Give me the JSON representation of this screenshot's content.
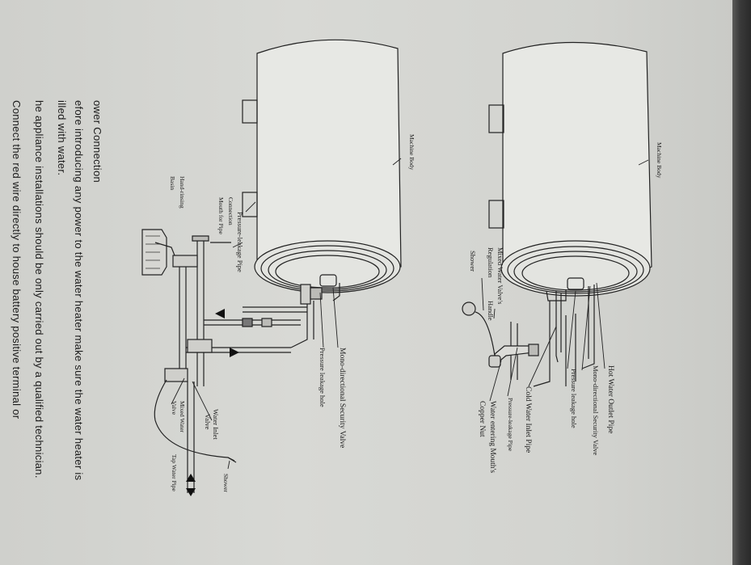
{
  "manual_text": {
    "heading": "ower Connection",
    "line1": "efore introducing any power to the water heater make sure the water heater is",
    "line2": "illed with water.",
    "line3": "he appliance installations should be only carried out by a qualified technician.",
    "line4": "Connect the red wire directly to house battery positive terminal or"
  },
  "diagram_right": {
    "machine_body": "Machine Body",
    "hot_water_outlet_pipe": "Hot Water Outlet Pipe",
    "mono_directional_security_valve": "Mono-directional Security Valve",
    "pressure_leakage_hole": "Pressure leakage hole",
    "cold_water_inlet_pipe": "Cold Water Inlet Pipe",
    "pressure_leakage_pipe": "Pressure-leakage Pipe",
    "water_entering_mouths": "Water entering Mouth's",
    "copper_nut": "Copper Nut",
    "mixed_water_valves": "Mixed Water Valve's",
    "regulation": "Regulation",
    "handle": "Handle",
    "shower": "Shower"
  },
  "diagram_left": {
    "machine_body": "Machine Body",
    "pressure_leakage_pipe": "Pressure-leakage Pipe",
    "connection": "Connection",
    "mouth_for_pipe": "Mouth for Pipe",
    "hand_rinsing": "Hand-rinsing",
    "basin": "Basin",
    "mono_directional_security_valve": "Mono-directional Security Valve",
    "pressure_leakage_hole": "Pressure leakage hole",
    "water_inlet": "Water Inlet",
    "valve": "Valve",
    "mixed_water": "Mixed Water",
    "valve2": "Valve",
    "tap_water_pipe": "Tap Water Pipe",
    "shower": "Shower"
  }
}
